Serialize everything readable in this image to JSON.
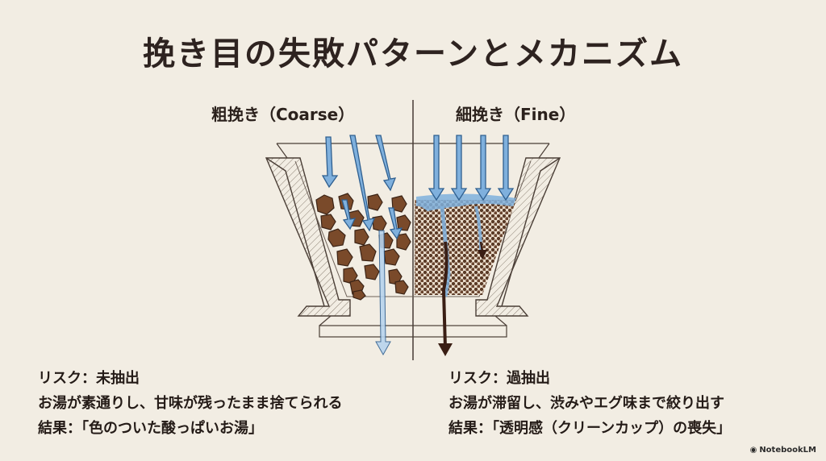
{
  "title": "挽き目の失敗パターンとメカニズム",
  "labels": {
    "coarse": "粗挽き（Coarse）",
    "fine": "細挽き（Fine）"
  },
  "captions": {
    "coarse": {
      "risk": "リスク：未抽出",
      "description": "お湯が素通りし、甘味が残ったまま捨てられる",
      "result": "結果：「色のついた酸っぱいお湯」"
    },
    "fine": {
      "risk": "リスク：過抽出",
      "description": "お湯が滞留し、渋みやエグ味まで絞り出す",
      "result": "結果：「透明感（クリーンカップ）の喪失」"
    }
  },
  "brand": "NotebookLM",
  "colors": {
    "background": "#f2ede3",
    "water_arrow": "#6fa4d6",
    "water_arrow_outline": "#2f5f8f",
    "coarse_grounds": "#7a4a2a",
    "fine_grounds": "#5a3c2a",
    "dark_drip": "#3a1e14"
  }
}
